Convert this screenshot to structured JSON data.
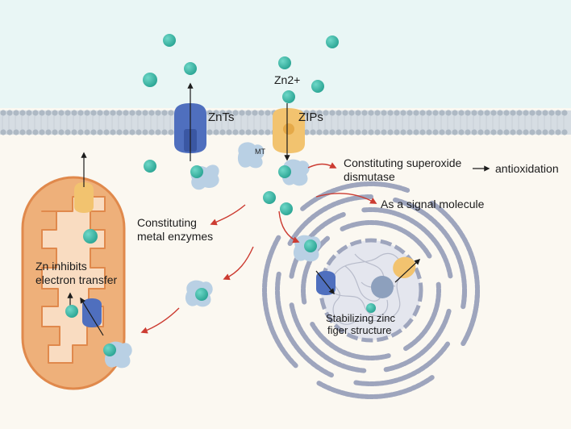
{
  "labels": {
    "znts": "ZnTs",
    "zips": "ZIPs",
    "zn_ion": "Zn2+",
    "mt": "MT",
    "sod_line1": "Constituting superoxide",
    "sod_line2": "dismutase",
    "antioxidation": "antioxidation",
    "signal": "As a signal molecule",
    "metal_line1": "Constituting",
    "metal_line2": "metal enzymes",
    "mito_line1": "Zn inhibits",
    "mito_line2": "electron transfer",
    "finger_line1": "Stabilizing zinc",
    "finger_line2": "figer structure"
  },
  "colors": {
    "extracellular": "#e9f6f5",
    "cytoplasm": "#fbf8f1",
    "membrane_head": "#aeb9c4",
    "zinc_ion": "#35b8a6",
    "znt_transporter": "#4f6fbe",
    "zip_transporter": "#f2c36f",
    "metallothionein": "#b9d0e4",
    "arrow_red": "#cc3b31",
    "mitochondrion": "#e8a26b",
    "er_membrane": "#9ea5bd",
    "nucleus": "#e4e6ee"
  }
}
